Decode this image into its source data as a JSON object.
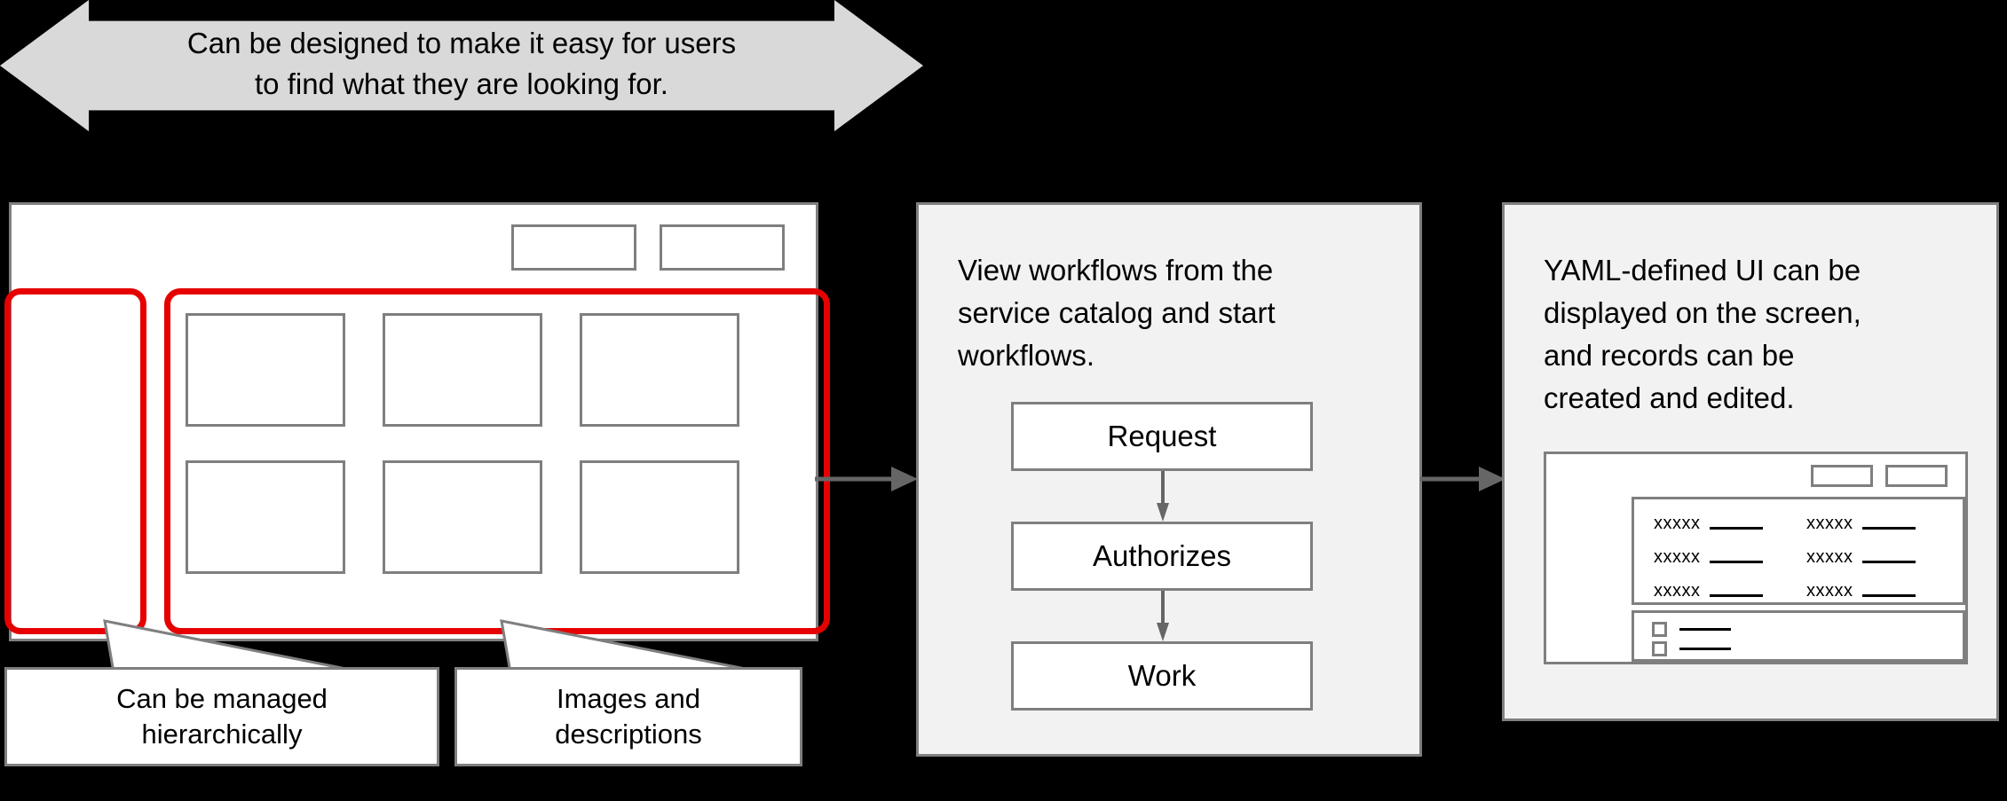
{
  "banner": {
    "text": "Can be designed to make it easy for users\nto find what they are looking for."
  },
  "catalog_mockup": {
    "name": "service-catalog-wireframe",
    "buttons": [
      "",
      ""
    ],
    "highlights": [
      {
        "name": "sidebar-hierarchy-highlight",
        "color": "#e60000"
      },
      {
        "name": "card-grid-highlight",
        "color": "#e60000"
      }
    ],
    "card_count": 6
  },
  "callouts": [
    {
      "id": "hierarchy",
      "text": "Can be managed\nhierarchically"
    },
    {
      "id": "images",
      "text": "Images and\ndescriptions"
    }
  ],
  "panels": [
    {
      "id": "workflow",
      "text": "View workflows from the\nservice catalog and start\nworkflows.",
      "flow": {
        "steps": [
          "Request",
          "Authorizes",
          "Work"
        ]
      }
    },
    {
      "id": "yaml",
      "text": "YAML-defined UI can be\ndisplayed on the screen,\nand records can be\ncreated and edited.",
      "record_mockup": {
        "buttons": [
          "",
          ""
        ],
        "field_rows": [
          [
            "xxxxx",
            "xxxxx"
          ],
          [
            "xxxxx",
            "xxxxx"
          ],
          [
            "xxxxx",
            "xxxxx"
          ]
        ],
        "checkbox_rows": 2
      }
    }
  ],
  "connectors": [
    {
      "name": "catalog-to-workflow-arrow"
    },
    {
      "name": "workflow-to-yaml-arrow"
    }
  ],
  "colors": {
    "background": "#000000",
    "banner_fill": "#d9d9d9",
    "panel_fill": "#f2f2f2",
    "wire_stroke": "#7f7f7f",
    "highlight": "#e60000",
    "white": "#ffffff"
  }
}
